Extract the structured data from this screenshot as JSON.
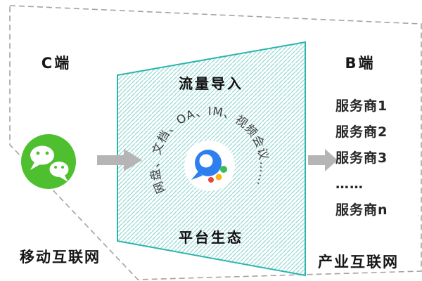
{
  "colors": {
    "wechat_green": "#4ec02f",
    "teal_border": "#2cb5ac",
    "hatch_line": "#9fdcd8",
    "dashed_border": "#a3a3a3",
    "arrow_gray": "#b5b5b5",
    "wecom_blue": "#2d7ff0",
    "dot_green": "#3cba54",
    "dot_yellow": "#f6b511",
    "dot_red": "#e6463c"
  },
  "left": {
    "header": "C端",
    "footer": "移动互联网",
    "icon": "wechat-logo"
  },
  "center": {
    "title": "流量导入",
    "footer": "平台生态",
    "services_circle": "网盘、文档、OA、IM、视频会议……",
    "icon": "wecom-logo"
  },
  "right": {
    "header": "B端",
    "footer": "产业互联网",
    "providers": [
      "服务商1",
      "服务商2",
      "服务商3",
      "……",
      "服务商n"
    ]
  }
}
